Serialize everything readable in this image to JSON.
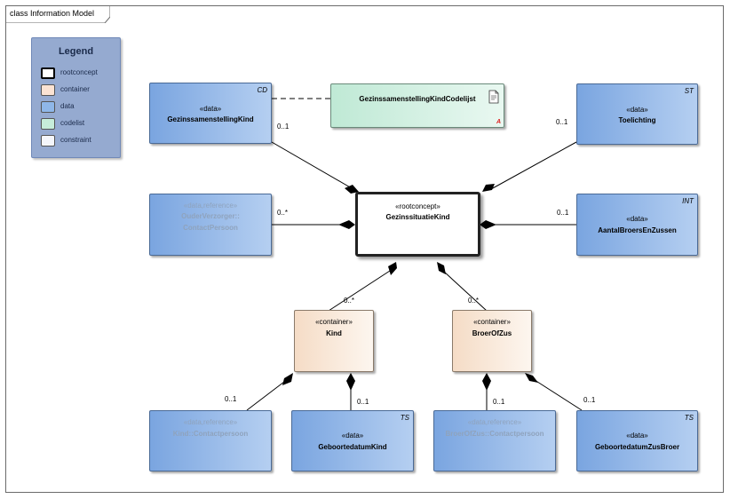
{
  "frame": {
    "title": "class Information Model"
  },
  "legend": {
    "title": "Legend",
    "items": [
      {
        "label": "rootconcept",
        "color": "#ffffff"
      },
      {
        "label": "container",
        "color": "#fbe3d3"
      },
      {
        "label": "data",
        "color": "#8fb7e8"
      },
      {
        "label": "codelist",
        "color": "#c6edda"
      },
      {
        "label": "constraint",
        "color": "#f4f6fb"
      }
    ]
  },
  "colors": {
    "data": "#8fb7e8",
    "container": "#fbe3d3",
    "codelist": "#c6edda",
    "rootconcept": "#ffffff"
  },
  "classes": {
    "gezinssamenstelling": {
      "stereotype": "«data»",
      "name": "GezinssamenstellingKind",
      "tag": "CD"
    },
    "codelijst": {
      "stereotype": "",
      "name": "GezinssamenstellingKindCodelijst",
      "mark": "A"
    },
    "toelichting": {
      "stereotype": "«data»",
      "name": "Toelichting",
      "tag": "ST"
    },
    "ouderverzorger": {
      "stereotype": "«data,reference»",
      "name": "OuderVerzorger::",
      "name2": "ContactPersoon"
    },
    "gezinssituatie": {
      "stereotype": "«rootconcept»",
      "name": "GezinssituatieKind"
    },
    "aantalbroers": {
      "stereotype": "«data»",
      "name": "AantalBroersEnZussen",
      "tag": "INT"
    },
    "kind": {
      "stereotype": "«container»",
      "name": "Kind"
    },
    "broerofzus": {
      "stereotype": "«container»",
      "name": "BroerOfZus"
    },
    "kindcontact": {
      "stereotype": "«data,reference»",
      "name": "Kind::Contactpersoon"
    },
    "geboortedatumkind": {
      "stereotype": "«data»",
      "name": "GeboortedatumKind",
      "tag": "TS"
    },
    "broercontact": {
      "stereotype": "«data,reference»",
      "name": "BroerOfZus::Contactpersoon"
    },
    "geboortedatumbroer": {
      "stereotype": "«data»",
      "name": "GeboortedatumZusBroer",
      "tag": "TS"
    }
  },
  "multiplicities": {
    "gezinssamenstelling": "0..1",
    "toelichting": "0..1",
    "ouderverzorger": "0..*",
    "aantalbroers": "0..1",
    "kind": "0..*",
    "broerofzus": "0..*",
    "kindcontact": "0..1",
    "geboortedatumkind": "0..1",
    "broercontact": "0..1",
    "geboortedatumbroer": "0..1"
  }
}
